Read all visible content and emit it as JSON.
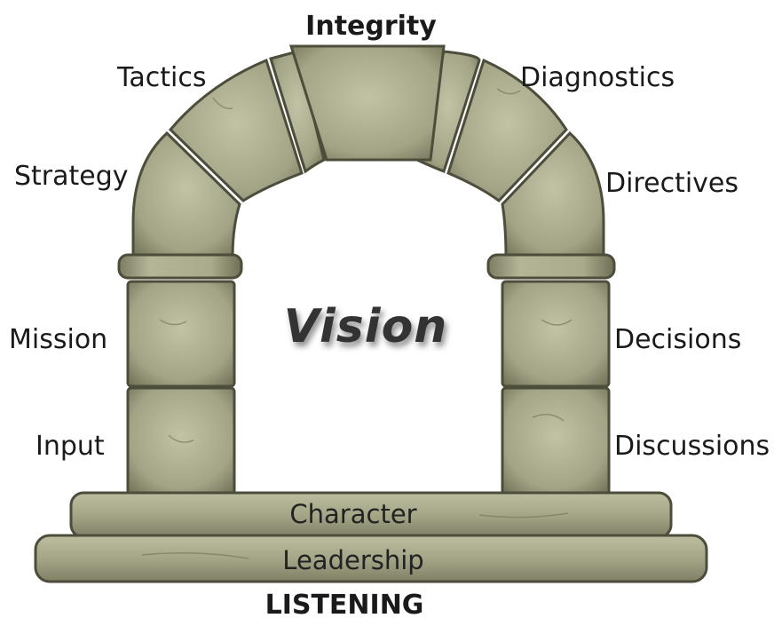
{
  "keystone": "Integrity",
  "left_labels": {
    "tactics": "Tactics",
    "strategy": "Strategy",
    "mission": "Mission",
    "input": "Input"
  },
  "right_labels": {
    "diagnostics": "Diagnostics",
    "directives": "Directives",
    "decisions": "Decisions",
    "discussions": "Discussions"
  },
  "center": "Vision",
  "upper_step": "Character",
  "lower_step": "Leadership",
  "foundation": "LISTENING",
  "colors": {
    "stone_light": "#b7b79a",
    "stone_mid": "#9a9a7c",
    "stone_dark": "#6e6e55",
    "stone_edge": "#4a4a38",
    "text": "#1a1a1a"
  }
}
